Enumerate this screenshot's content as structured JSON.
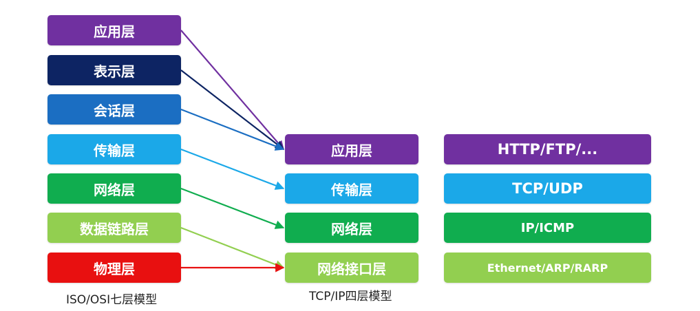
{
  "osi_model": {
    "caption": "ISO/OSI七层模型",
    "layers": [
      {
        "label": "应用层",
        "color": "#7030a0"
      },
      {
        "label": "表示层",
        "color": "#0d2463"
      },
      {
        "label": "会话层",
        "color": "#1b6ec2"
      },
      {
        "label": "传输层",
        "color": "#1ba8e8"
      },
      {
        "label": "网络层",
        "color": "#10ad4f"
      },
      {
        "label": "数据链路层",
        "color": "#92cf50"
      },
      {
        "label": "物理层",
        "color": "#e81010"
      }
    ]
  },
  "tcpip_model": {
    "caption": "TCP/IP四层模型",
    "layers": [
      {
        "label": "应用层",
        "color": "#7030a0"
      },
      {
        "label": "传输层",
        "color": "#1ba8e8"
      },
      {
        "label": "网络层",
        "color": "#10ad4f"
      },
      {
        "label": "网络接口层",
        "color": "#92cf50"
      }
    ]
  },
  "protocols": [
    {
      "label": "HTTP/FTP/...",
      "color": "#7030a0"
    },
    {
      "label": "TCP/UDP",
      "color": "#1ba8e8"
    },
    {
      "label": "IP/ICMP",
      "color": "#10ad4f"
    },
    {
      "label": "Ethernet/ARP/RARP",
      "color": "#92cf50"
    }
  ],
  "mappings": [
    {
      "from": "应用层",
      "to": "应用层"
    },
    {
      "from": "表示层",
      "to": "应用层"
    },
    {
      "from": "会话层",
      "to": "应用层"
    },
    {
      "from": "传输层",
      "to": "传输层"
    },
    {
      "from": "网络层",
      "to": "网络层"
    },
    {
      "from": "数据链路层",
      "to": "网络接口层"
    },
    {
      "from": "物理层",
      "to": "网络接口层"
    }
  ]
}
